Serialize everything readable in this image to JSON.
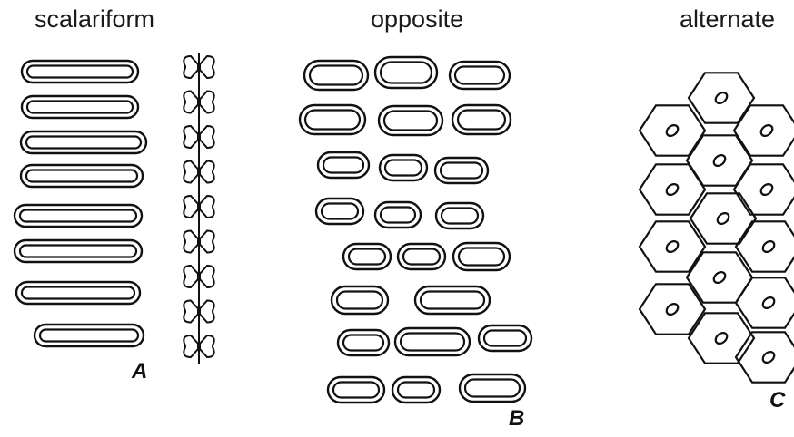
{
  "panels": [
    {
      "id": "A",
      "title": "scalariform",
      "letter": "A"
    },
    {
      "id": "B",
      "title": "opposite",
      "letter": "B"
    },
    {
      "id": "C",
      "title": "alternate",
      "letter": "C"
    }
  ]
}
